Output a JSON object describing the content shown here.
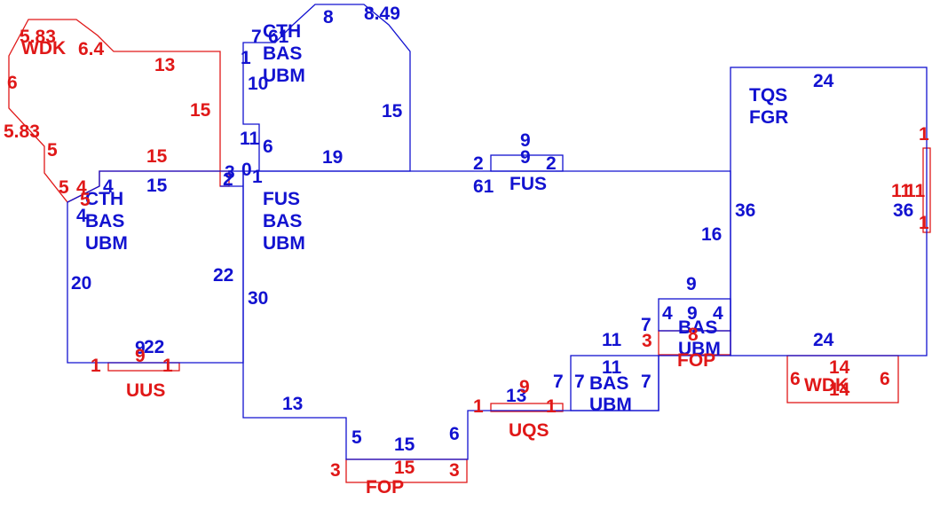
{
  "colors": {
    "main": "#1212d0",
    "addon": "#e01818",
    "background": "#ffffff"
  },
  "areas": {
    "cth_upper": [
      "CTH",
      "BAS",
      "UBM"
    ],
    "cth_left": [
      "CTH",
      "BAS",
      "UBM"
    ],
    "fus_main": [
      "FUS",
      "BAS",
      "UBM"
    ],
    "fus_small": "FUS",
    "tqs": [
      "TQS",
      "FGR"
    ],
    "bas_ubm_right": [
      "BAS",
      "UBM"
    ],
    "bas_ubm_bottom": [
      "BAS",
      "UBM"
    ],
    "wdk_top": "WDK",
    "wdk_right": "WDK",
    "uus": "UUS",
    "uqs": "UQS",
    "fop_bottom": "FOP",
    "fop_right": "FOP"
  },
  "dims": {
    "ut_7": "7",
    "ut_61": "61",
    "ut_8": "8",
    "ut_849": "8.49",
    "ut_1": "1",
    "ut_10": "10",
    "ut_15": "15",
    "ut_11": "11",
    "ut_6": "6",
    "ut_19": "19",
    "ut_3": "3",
    "ut_0": "0",
    "ut_1b": "1",
    "ut_2": "2",
    "fs_9a": "9",
    "fs_9b": "9",
    "fs_2a": "2",
    "fs_2b": "2",
    "fs_61": "61",
    "lt_4a": "4",
    "lt_15": "15",
    "lt_4b": "4",
    "lt_20": "20",
    "lt_22a": "22",
    "lt_22b": "22",
    "lt_9": "9",
    "mn_30": "30",
    "mn_13": "13",
    "mn_5": "5",
    "mn_15": "15",
    "mn_6": "6",
    "mn_16": "16",
    "uq_13": "13",
    "bb_11a": "11",
    "bb_11b": "11",
    "bb_7a": "7",
    "bb_7b": "7",
    "bb_7c": "7",
    "bb_7d": "7",
    "br_9a": "9",
    "br_4a": "4",
    "br_9b": "9",
    "br_4b": "4",
    "tq_24a": "24",
    "tq_36a": "36",
    "tq_36b": "36",
    "tq_24b": "24"
  },
  "addon_dims": {
    "wt_583": "5.83",
    "wt_64": "6.4",
    "wt_6": "6",
    "wt_13": "13",
    "wt_15a": "15",
    "wt_583b": "5.83",
    "wt_5": "5",
    "wt_15b": "15",
    "wt_5b": "5",
    "wt_4": "4",
    "wt_5c": "5",
    "uu_1a": "1",
    "uu_9": "9",
    "uu_1b": "1",
    "fo_3a": "3",
    "fo_15": "15",
    "fo_3b": "3",
    "uq_1a": "1",
    "uq_9": "9",
    "uq_1b": "1",
    "fr_3a": "3",
    "fr_8": "8",
    "wr_6a": "6",
    "wr_14a": "14",
    "wr_14b": "14",
    "wr_6b": "6",
    "rs_1a": "1",
    "rs_11a": "11",
    "rs_11b": "11",
    "rs_1b": "1"
  }
}
